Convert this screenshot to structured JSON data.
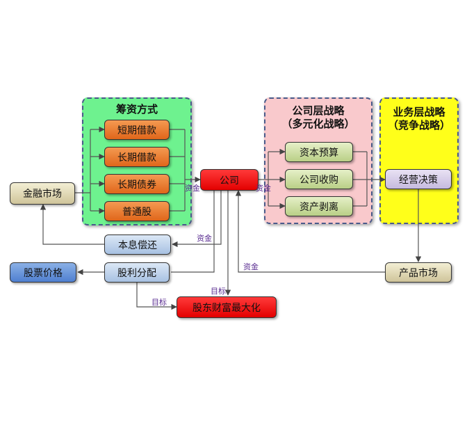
{
  "groups": {
    "financing": {
      "title": "筹资方式"
    },
    "corporate": {
      "title": "公司层战略\n（多元化战略）"
    },
    "business": {
      "title": "业务层战略\n（竞争战略）"
    }
  },
  "nodes": {
    "short_loan": "短期借款",
    "long_loan": "长期借款",
    "long_bond": "长期债券",
    "common_stock": "普通股",
    "company": "公司",
    "financial_mkt": "金融市场",
    "capex": "资本预算",
    "acquisition": "公司收购",
    "divestiture": "资产剥离",
    "business_dec": "经营决策",
    "interest": "本息偿还",
    "dividend": "股利分配",
    "stock_price": "股票价格",
    "product_mkt": "产品市场",
    "goal": "股东财富最大化"
  },
  "labels": {
    "funds_in": "资金",
    "funds_out": "资金",
    "funds_repay": "资金",
    "funds_return": "资金",
    "target_down": "目标",
    "target_left": "目标"
  }
}
